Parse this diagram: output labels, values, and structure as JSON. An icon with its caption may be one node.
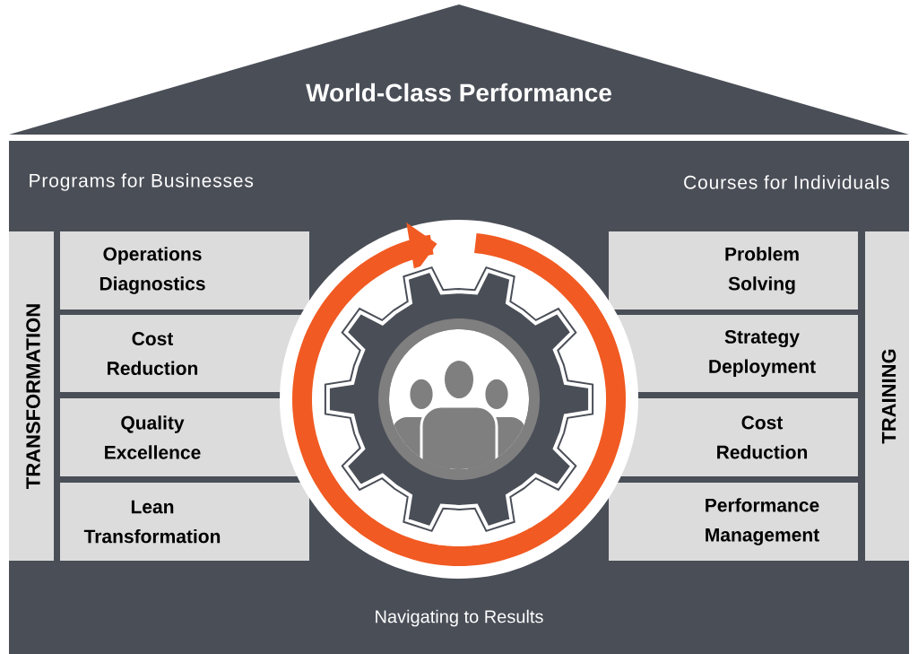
{
  "diagram": {
    "nodes": [
      {
        "text": [
          "World-Class Performance"
        ]
      },
      {
        "text": [
          "Programs for Businesses",
          "Courses for Individuals"
        ]
      },
      {
        "text": [
          "TRANSFORMATION"
        ]
      },
      {
        "text": [
          "Operations Diagnostics"
        ]
      },
      {
        "text": [
          "Cost Reduction"
        ]
      },
      {
        "text": [
          "Quality Excellence"
        ]
      },
      {
        "text": [
          "Lean Transformation"
        ]
      },
      {
        "text": [],
        "shape": "picture"
      },
      {
        "text": [
          "Problem Solving"
        ]
      },
      {
        "text": [
          "Strategy Deployment"
        ]
      },
      {
        "text": [
          "Cost Reduction"
        ]
      },
      {
        "text": [
          "Performance Management"
        ]
      },
      {
        "text": [
          "TRAINING"
        ]
      },
      {
        "text": [
          "Navigating to Results"
        ]
      }
    ]
  }
}
